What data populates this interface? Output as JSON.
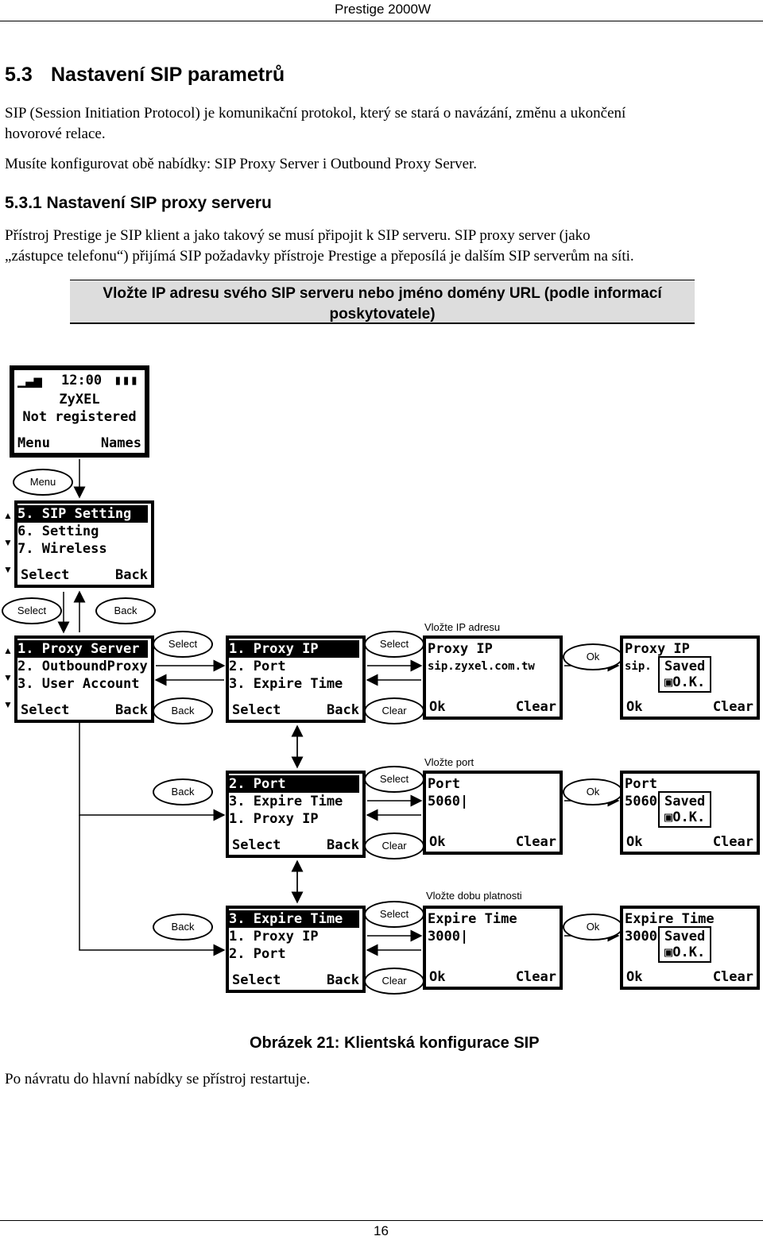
{
  "header": {
    "running_title": "Prestige 2000W"
  },
  "section": {
    "number": "5.3",
    "title": "Nastavení SIP parametrů"
  },
  "intro": {
    "line1": "SIP (Session Initiation Protocol) je komunikační protokol, který se stará o navázání, změnu a ukončení",
    "line2": "hovorové relace.",
    "line3": "Musíte konfigurovat obě nabídky: SIP Proxy Server i Outbound Proxy Server."
  },
  "subsection": {
    "title": "5.3.1  Nastavení SIP proxy serveru"
  },
  "body": {
    "line1": "Přístroj Prestige je SIP klient a jako takový se musí připojit k SIP serveru. SIP proxy server (jako",
    "line2": "„zástupce telefonu“) přijímá SIP požadavky přístroje Prestige a přeposílá je dalším SIP serverům na síti."
  },
  "note": {
    "line1": "Vložte IP adresu svého SIP serveru nebo jméno domény URL (podle informací",
    "line2": "poskytovatele)"
  },
  "diagram": {
    "idle": {
      "time": "12:00",
      "brand": "ZyXEL",
      "status": "Not registered",
      "left_key": "Menu",
      "right_key": "Names"
    },
    "main_menu": {
      "items": [
        "5. SIP Setting",
        "6. Setting",
        "7. Wireless"
      ],
      "left_key": "Select",
      "right_key": "Back"
    },
    "sip_menu": {
      "items": [
        "1. Proxy Server",
        "2. OutboundProxy",
        "3. User Account"
      ],
      "left_key": "Select",
      "right_key": "Back"
    },
    "proxy_menus": [
      {
        "items": [
          "1. Proxy IP",
          "2. Port",
          "3. Expire Time"
        ],
        "left_key": "Select",
        "right_key": "Back"
      },
      {
        "items": [
          "2. Port",
          "3. Expire Time",
          "1. Proxy IP"
        ],
        "left_key": "Select",
        "right_key": "Back"
      },
      {
        "items": [
          "3. Expire Time",
          "1. Proxy IP",
          "2. Port"
        ],
        "left_key": "Select",
        "right_key": "Back"
      }
    ],
    "entry": [
      {
        "caption": "Vložte IP adresu",
        "title": "Proxy IP",
        "value": "sip.zyxel.com.tw",
        "left_key": "Ok",
        "right_key": "Clear"
      },
      {
        "caption": "Vložte port",
        "title": "Port",
        "value": "5060|",
        "left_key": "Ok",
        "right_key": "Clear"
      },
      {
        "caption": "Vložte dobu platnosti",
        "title": "Expire Time",
        "value": "3000|",
        "left_key": "Ok",
        "right_key": "Clear"
      }
    ],
    "saved": [
      {
        "title": "Proxy IP",
        "value": "sip.",
        "left_key": "Ok",
        "right_key": "Clear"
      },
      {
        "title": "Port",
        "value": "5060",
        "left_key": "Ok",
        "right_key": "Clear"
      },
      {
        "title": "Expire Time",
        "value": "3000",
        "left_key": "Ok",
        "right_key": "Clear"
      }
    ],
    "popup": {
      "line1": "Saved",
      "line2": "O.K."
    },
    "keys": {
      "menu": "Menu",
      "select": "Select",
      "back": "Back",
      "clear": "Clear",
      "ok": "Ok"
    }
  },
  "figure": {
    "caption": "Obrázek 21: Klientská konfigurace SIP"
  },
  "footer_text": "Po návratu do hlavní nabídky se přístroj restartuje.",
  "page_number": "16"
}
